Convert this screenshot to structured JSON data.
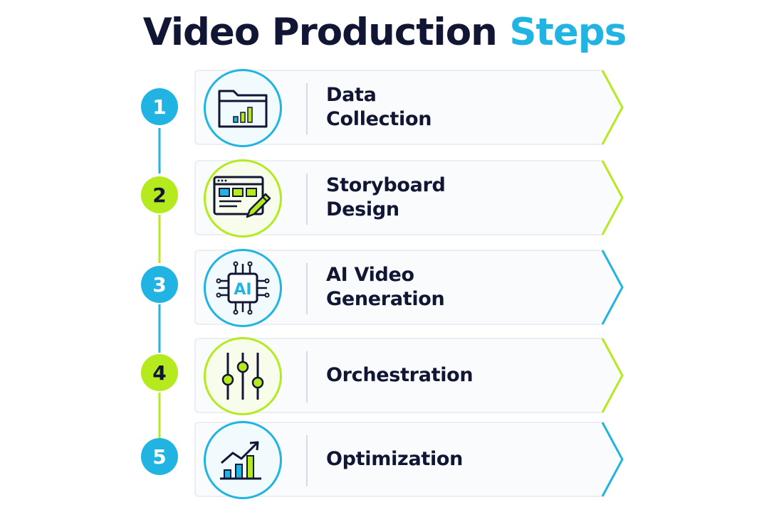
{
  "title": {
    "part1": "Video Production",
    "part2": "Steps"
  },
  "colors": {
    "blue": "#21b4e3",
    "green": "#b5ea1f",
    "dark": "#111634"
  },
  "steps": [
    {
      "number": "1",
      "line1": "Data",
      "line2": "Collection",
      "icon": "folder-chart-icon",
      "accent": "blue"
    },
    {
      "number": "2",
      "line1": "Storyboard",
      "line2": "Design",
      "icon": "storyboard-pencil-icon",
      "accent": "green"
    },
    {
      "number": "3",
      "line1": "AI Video",
      "line2": "Generation",
      "icon": "ai-chip-icon",
      "accent": "blue"
    },
    {
      "number": "4",
      "line1": "Orchestration",
      "line2": "",
      "icon": "sliders-icon",
      "accent": "green"
    },
    {
      "number": "5",
      "line1": "Optimization",
      "line2": "",
      "icon": "growth-chart-icon",
      "accent": "blue"
    }
  ]
}
